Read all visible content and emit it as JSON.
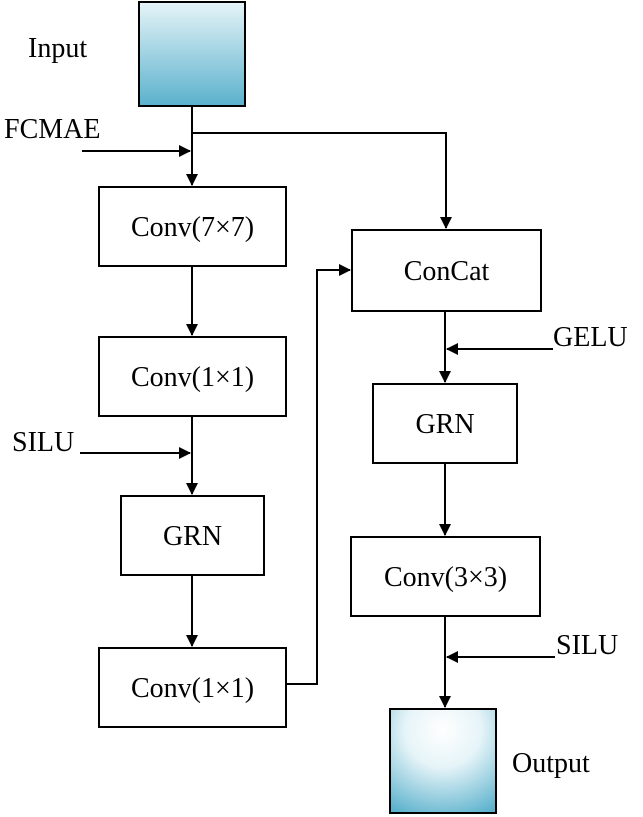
{
  "colors": {
    "stroke": "#000000",
    "text": "#000000",
    "tensor_light": "#e6f4f8",
    "tensor_dark": "#5ab1cc"
  },
  "tensors": {
    "input": {
      "label": "Input"
    },
    "output": {
      "label": "Output"
    }
  },
  "blocks": {
    "conv7": "Conv(7×7)",
    "conv1a": "Conv(1×1)",
    "grn_left": "GRN",
    "conv1b": "Conv(1×1)",
    "concat": "ConCat",
    "grn_right": "GRN",
    "conv3": "Conv(3×3)"
  },
  "side_inputs": {
    "fcmae": "FCMAE",
    "silu_left": "SILU",
    "gelu": "GELU",
    "silu_right": "SILU"
  }
}
